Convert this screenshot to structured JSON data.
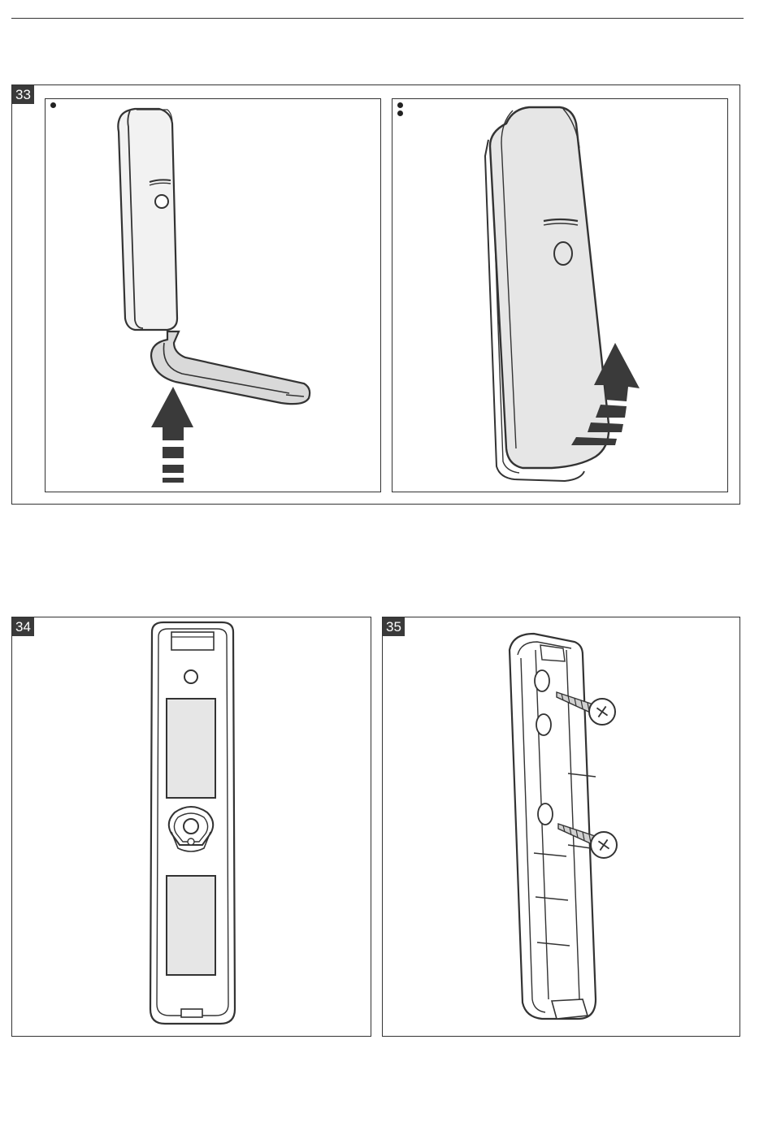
{
  "figures": [
    {
      "number": "33"
    },
    {
      "number": "34"
    },
    {
      "number": "35"
    }
  ],
  "fig33": {
    "panels": [
      {
        "step_dots": 1
      },
      {
        "step_dots": 2
      }
    ]
  },
  "colors": {
    "line": "#333333",
    "body": "#ffffff",
    "shade": "#e6e6e6",
    "dark": "#3a3a3a"
  }
}
